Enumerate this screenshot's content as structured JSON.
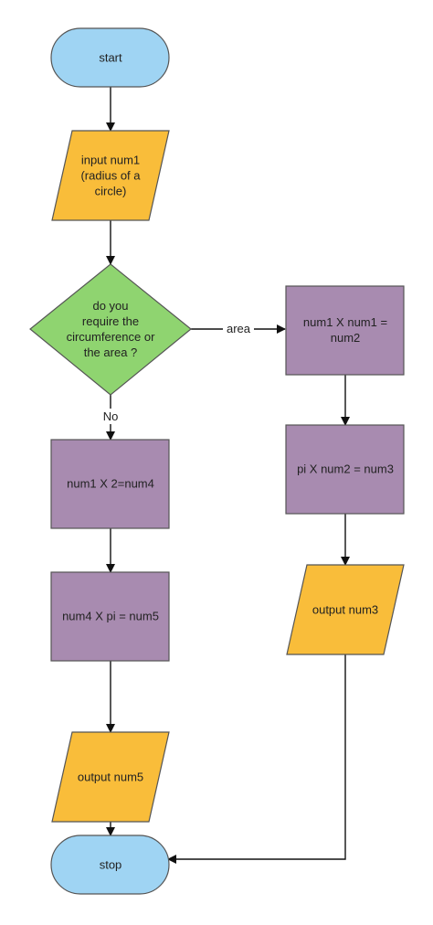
{
  "colors": {
    "terminal": "#9fd4f3",
    "io": "#f9bd3a",
    "decision": "#8fd470",
    "process": "#a88bb0",
    "line": "#111111"
  },
  "nodes": {
    "start": {
      "lines": [
        "start"
      ]
    },
    "input": {
      "lines": [
        "input num1",
        "(radius of a",
        "circle)"
      ]
    },
    "decision": {
      "lines": [
        "do you",
        "require the",
        "circumference or",
        "the area ?"
      ]
    },
    "proc_circ": {
      "lines": [
        "num1 X 2=num4"
      ]
    },
    "proc_circ2": {
      "lines": [
        "num4 X pi = num5"
      ]
    },
    "out_num5": {
      "lines": [
        "output num5"
      ]
    },
    "proc_area": {
      "lines": [
        "num1 X num1 =",
        "num2"
      ]
    },
    "proc_area2": {
      "lines": [
        "pi X num2 = num3"
      ]
    },
    "out_num3": {
      "lines": [
        "output num3"
      ]
    },
    "stop": {
      "lines": [
        "stop"
      ]
    }
  },
  "edges": {
    "area_label": "area",
    "no_label": "No"
  }
}
